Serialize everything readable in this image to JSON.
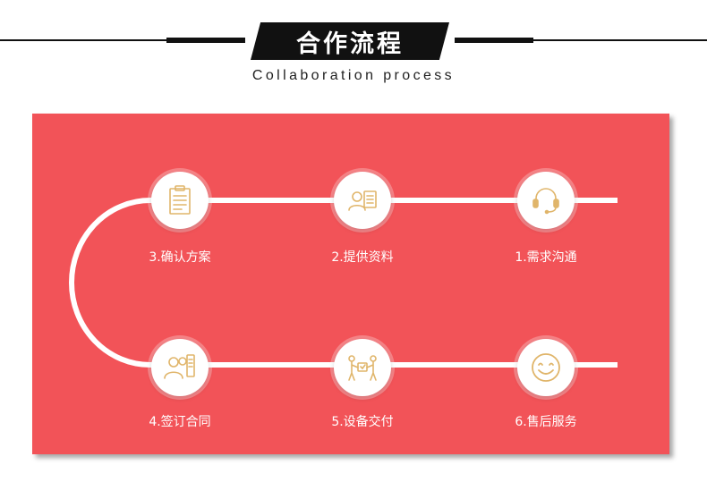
{
  "header": {
    "title": "合作流程",
    "subtitle": "Collaboration process"
  },
  "colors": {
    "panel": "#f25358",
    "icon_stroke": "#e0b56a",
    "banner": "#111111"
  },
  "steps": [
    {
      "label": "3.确认方案",
      "icon": "document-list-icon"
    },
    {
      "label": "2.提供资料",
      "icon": "person-card-icon"
    },
    {
      "label": "1.需求沟通",
      "icon": "headset-icon"
    },
    {
      "label": "4.签订合同",
      "icon": "contract-people-icon"
    },
    {
      "label": "5.设备交付",
      "icon": "handover-icon"
    },
    {
      "label": "6.售后服务",
      "icon": "smiley-icon"
    }
  ]
}
